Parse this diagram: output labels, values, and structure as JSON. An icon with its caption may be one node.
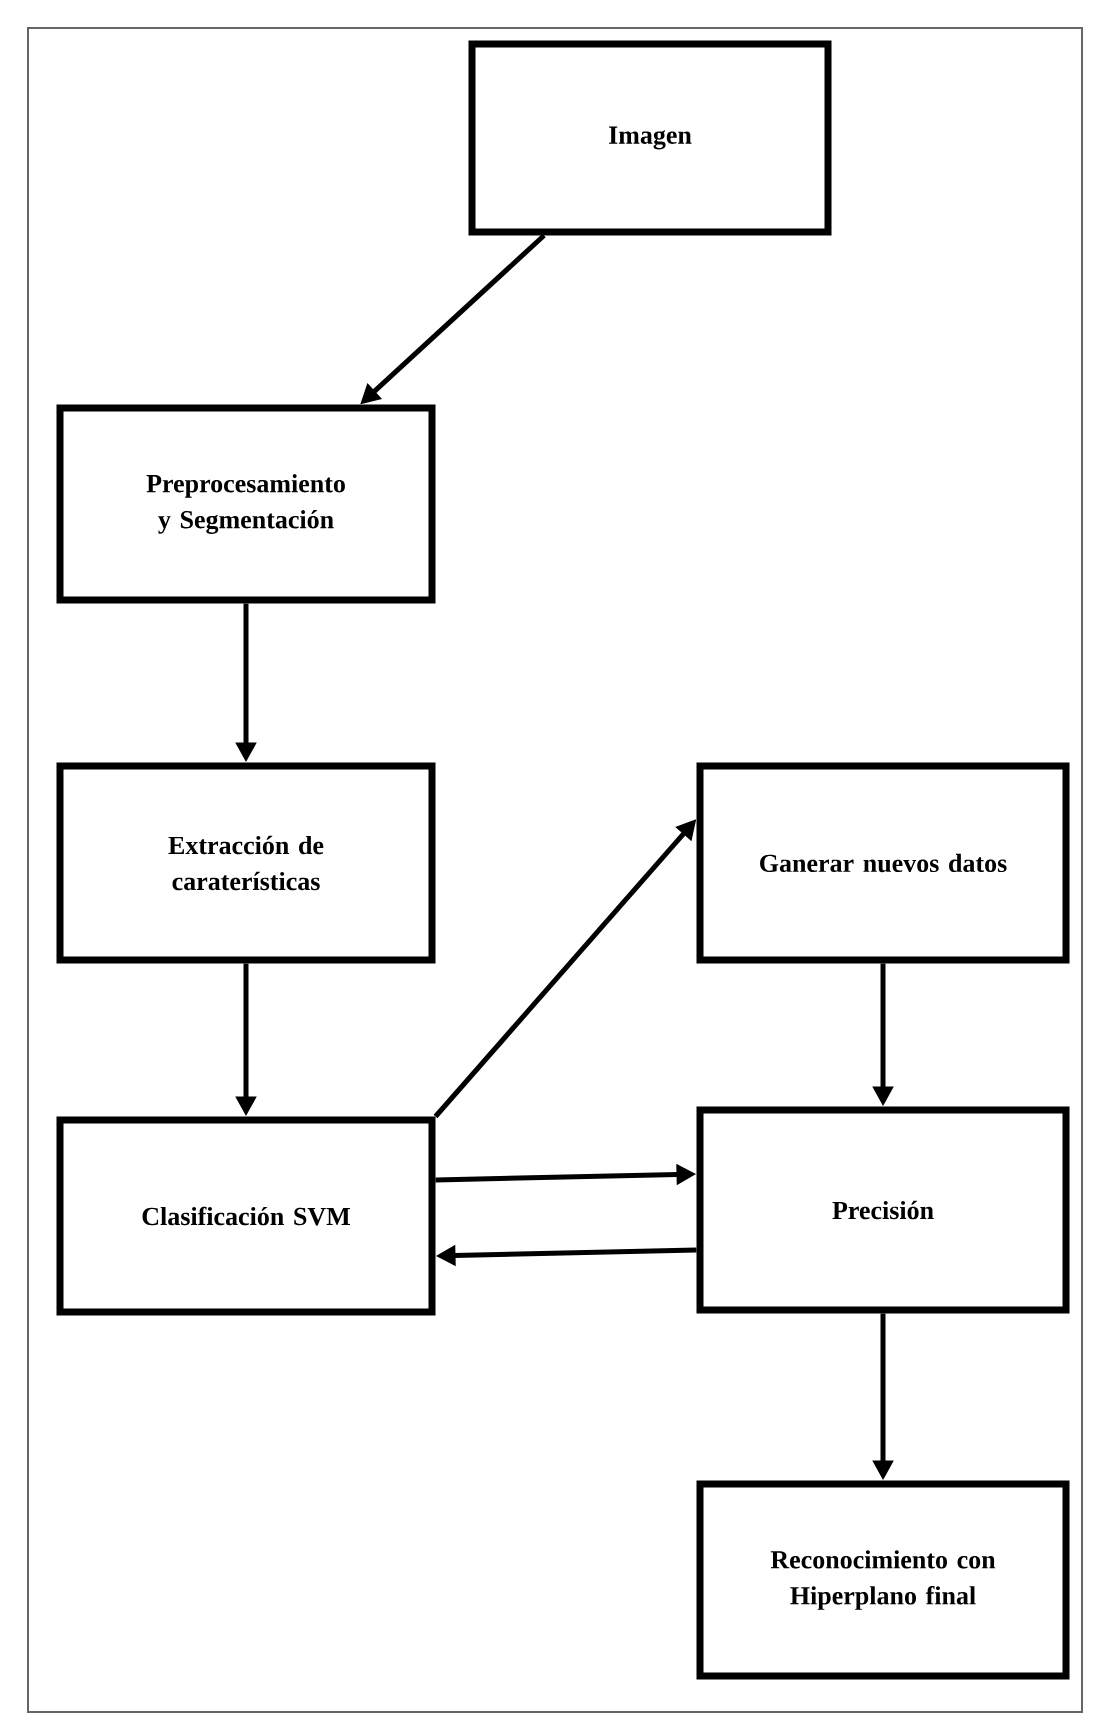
{
  "diagram": {
    "nodes": [
      {
        "text": [
          "Imagen"
        ]
      },
      {
        "text": [
          "Preprocesamiento y Segmentación"
        ]
      },
      {
        "text": [
          "Extracción de caraterísticas"
        ]
      },
      {
        "text": [
          "Clasificación SVM"
        ]
      },
      {
        "text": [
          "Ganerar nuevos datos"
        ]
      },
      {
        "text": [
          "Precisión"
        ]
      },
      {
        "text": [
          "Reconocimiento con Hiperplano final"
        ]
      }
    ],
    "edges": [
      {
        "from": 0,
        "to": 1,
        "arrow": "to"
      },
      {
        "from": 1,
        "to": 2,
        "arrow": "to"
      },
      {
        "from": 2,
        "to": 3,
        "arrow": "to"
      },
      {
        "from": 3,
        "to": 4,
        "arrow": "to"
      },
      {
        "from": 3,
        "to": 5,
        "arrow": "to"
      },
      {
        "from": 5,
        "to": 3,
        "arrow": "to"
      },
      {
        "from": 4,
        "to": 5,
        "arrow": "to"
      },
      {
        "from": 5,
        "to": 6,
        "arrow": "to"
      }
    ]
  }
}
